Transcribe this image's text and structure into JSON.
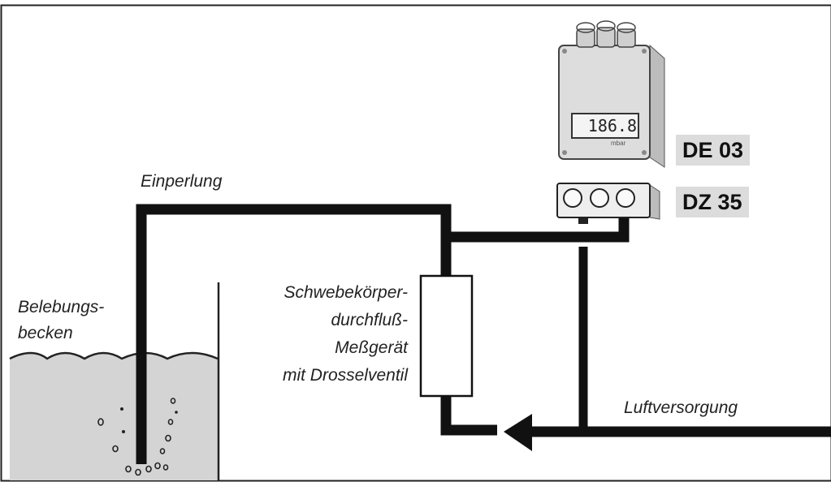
{
  "labels": {
    "einperlung": "Einperlung",
    "belebungsbecken_1": "Belebungs-",
    "belebungsbecken_2": "becken",
    "flowmeter_1": "Schwebekörper-",
    "flowmeter_2": "durchfluß-",
    "flowmeter_3": "Meßgerät",
    "flowmeter_4": "mit Drosselventil",
    "luftversorgung": "Luftversorgung"
  },
  "devices": {
    "de03": {
      "name": "DE 03",
      "display_value": "186.8",
      "brand": "mbar"
    },
    "dz35": {
      "name": "DZ 35"
    }
  },
  "colors": {
    "pipe": "#111111",
    "water": "#d4d4d4",
    "housing": "#dddddd",
    "tag_bg": "#dcdcdc"
  }
}
